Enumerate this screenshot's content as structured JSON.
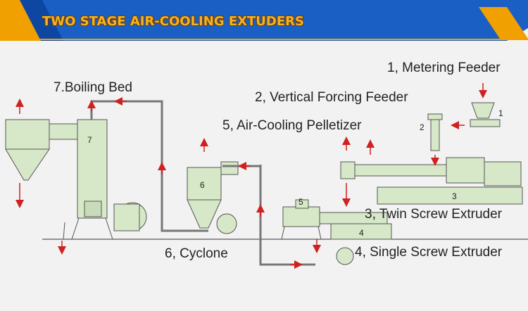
{
  "header": {
    "title": "TWO STAGE AIR-COOLING EXTUDERS",
    "colors": {
      "bg": "#1a5fc4",
      "accent": "#f0b428"
    }
  },
  "labels": {
    "metering_feeder": "1, Metering Feeder",
    "vertical_forcing_feeder": "2, Vertical Forcing Feeder",
    "air_cooling_pelletizer": "5, Air-Cooling Pelletizer",
    "boiling_bed": "7.Boiling Bed",
    "twin_screw_extruder": "3, Twin Screw Extruder",
    "single_screw_extruder": "4, Single Screw Extruder",
    "cyclone": "6, Cyclone"
  },
  "numbers": {
    "n1": "1",
    "n2": "2",
    "n3": "3",
    "n4": "4",
    "n5": "5",
    "n6": "6",
    "n7": "7"
  }
}
